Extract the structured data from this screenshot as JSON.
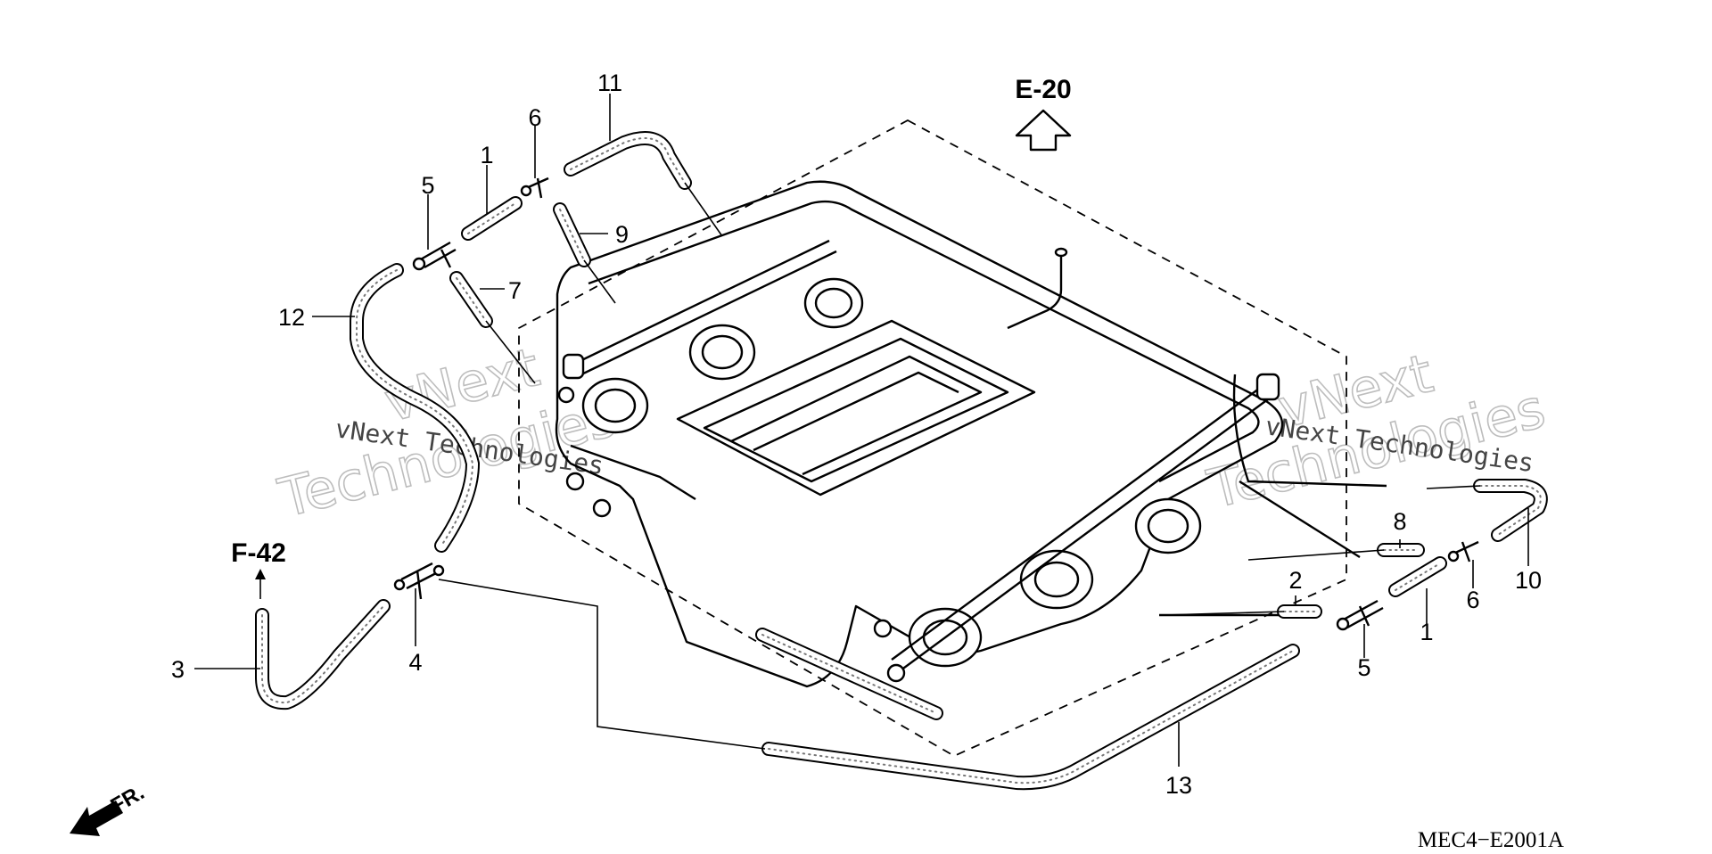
{
  "references": {
    "top": "E-20",
    "left": "F-42",
    "front": "FR."
  },
  "diagram_code": "MEC4−E2001A",
  "watermarks": {
    "brand": "vNext",
    "word": "Technologies",
    "full": "vNext Technologies"
  },
  "callouts": {
    "c11": "11",
    "c6_top": "6",
    "c1_top": "1",
    "c5_top": "5",
    "c9": "9",
    "c7": "7",
    "c12": "12",
    "c3": "3",
    "c4": "4",
    "c13": "13",
    "c8": "8",
    "c2": "2",
    "c5_right": "5",
    "c1_right": "1",
    "c6_right": "6",
    "c10": "10"
  }
}
